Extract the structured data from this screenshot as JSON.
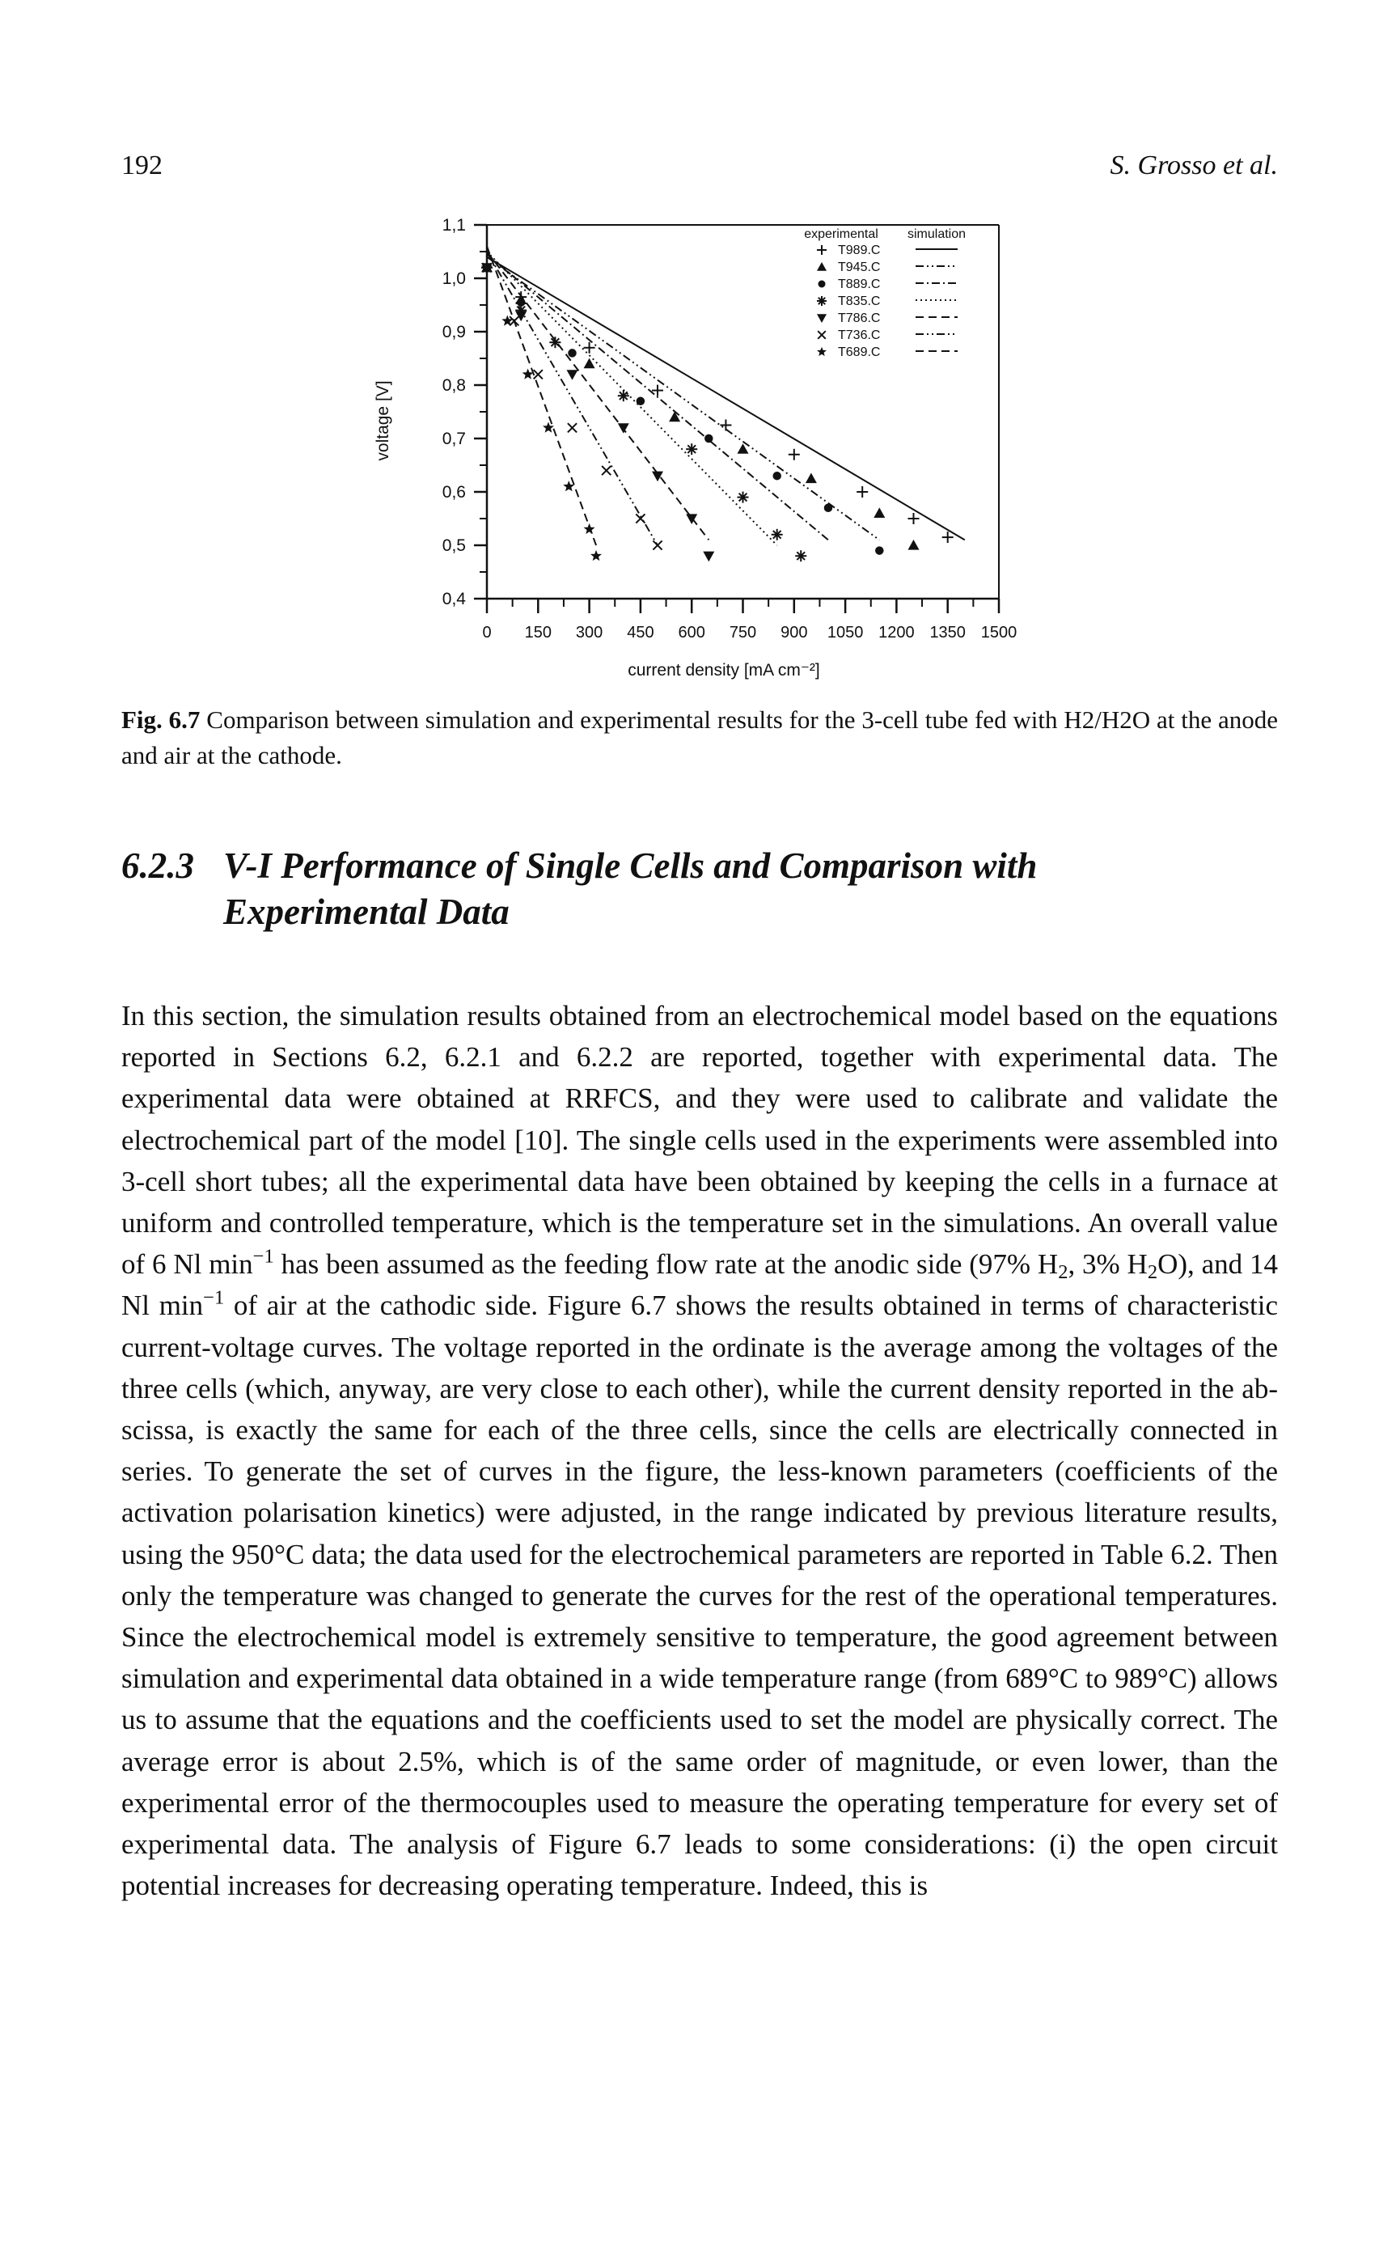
{
  "header": {
    "page_number": "192",
    "author": "S. Grosso et al."
  },
  "chart_data": {
    "type": "line+scatter",
    "xlabel": "current density [mA cm⁻²]",
    "ylabel": "voltage [V]",
    "xlim": [
      0,
      1500
    ],
    "ylim": [
      0.4,
      1.1
    ],
    "x_ticks": [
      "0",
      "150",
      "300",
      "450",
      "600",
      "750",
      "900",
      "1050",
      "1200",
      "1350",
      "1500"
    ],
    "y_ticks": [
      "0,4",
      "0,5",
      "0,6",
      "0,7",
      "0,8",
      "0,9",
      "1,0",
      "1,1"
    ],
    "legend": {
      "placement": "top-right",
      "header_experimental": "experimental",
      "header_simulation": "simulation"
    },
    "series": [
      {
        "name": "T989.C",
        "marker": "+",
        "line": "solid",
        "sim": [
          [
            0,
            1.04
          ],
          [
            1400,
            0.51
          ]
        ],
        "exp": [
          [
            0,
            1.02
          ],
          [
            100,
            0.965
          ],
          [
            300,
            0.87
          ],
          [
            500,
            0.79
          ],
          [
            700,
            0.725
          ],
          [
            900,
            0.67
          ],
          [
            1100,
            0.6
          ],
          [
            1250,
            0.55
          ],
          [
            1350,
            0.515
          ]
        ]
      },
      {
        "name": "T945.C",
        "marker": "triangle",
        "line": "dash-dot-dot",
        "sim": [
          [
            0,
            1.04
          ],
          [
            1150,
            0.51
          ]
        ],
        "exp": [
          [
            0,
            1.02
          ],
          [
            100,
            0.96
          ],
          [
            300,
            0.84
          ],
          [
            550,
            0.74
          ],
          [
            750,
            0.68
          ],
          [
            950,
            0.625
          ],
          [
            1150,
            0.56
          ],
          [
            1250,
            0.5
          ]
        ]
      },
      {
        "name": "T889.C",
        "marker": "circle",
        "line": "dash-dot",
        "sim": [
          [
            0,
            1.045
          ],
          [
            1000,
            0.51
          ]
        ],
        "exp": [
          [
            0,
            1.02
          ],
          [
            100,
            0.955
          ],
          [
            250,
            0.86
          ],
          [
            450,
            0.77
          ],
          [
            650,
            0.7
          ],
          [
            850,
            0.63
          ],
          [
            1000,
            0.57
          ],
          [
            1150,
            0.49
          ]
        ]
      },
      {
        "name": "T835.C",
        "marker": "asterisk",
        "line": "dotted",
        "sim": [
          [
            0,
            1.05
          ],
          [
            850,
            0.5
          ]
        ],
        "exp": [
          [
            0,
            1.02
          ],
          [
            100,
            0.94
          ],
          [
            200,
            0.88
          ],
          [
            400,
            0.78
          ],
          [
            600,
            0.68
          ],
          [
            750,
            0.59
          ],
          [
            850,
            0.52
          ],
          [
            920,
            0.48
          ]
        ]
      },
      {
        "name": "T786.C",
        "marker": "triangle-down",
        "line": "dashed",
        "sim": [
          [
            0,
            1.05
          ],
          [
            650,
            0.51
          ]
        ],
        "exp": [
          [
            0,
            1.02
          ],
          [
            100,
            0.93
          ],
          [
            250,
            0.82
          ],
          [
            400,
            0.72
          ],
          [
            500,
            0.63
          ],
          [
            600,
            0.55
          ],
          [
            650,
            0.48
          ]
        ]
      },
      {
        "name": "T736.C",
        "marker": "x",
        "line": "dash-dot-dot",
        "sim": [
          [
            0,
            1.05
          ],
          [
            500,
            0.5
          ]
        ],
        "exp": [
          [
            0,
            1.02
          ],
          [
            80,
            0.92
          ],
          [
            150,
            0.82
          ],
          [
            250,
            0.72
          ],
          [
            350,
            0.64
          ],
          [
            450,
            0.55
          ],
          [
            500,
            0.5
          ]
        ]
      },
      {
        "name": "T689.C",
        "marker": "star",
        "line": "dashed",
        "sim": [
          [
            0,
            1.06
          ],
          [
            320,
            0.5
          ]
        ],
        "exp": [
          [
            0,
            1.02
          ],
          [
            60,
            0.92
          ],
          [
            120,
            0.82
          ],
          [
            180,
            0.72
          ],
          [
            240,
            0.61
          ],
          [
            300,
            0.53
          ],
          [
            320,
            0.48
          ]
        ]
      }
    ]
  },
  "caption": {
    "label": "Fig. 6.7",
    "text": "Comparison between simulation and experimental results for the 3-cell tube fed with H2/H2O at the anode and air at the cathode."
  },
  "section": {
    "number": "6.2.3",
    "title_line1": "V-I Performance of Single Cells and Comparison with",
    "title_line2": "Experimental Data"
  },
  "body": {
    "t1": "In this section, the simulation results obtained from an electrochemical model based on the equations reported in Sections 6.2, 6.2.1 and 6.2.2 are reported, together with experimental data. The experimental data were obtained at RRFCS, and they were used to calibrate and validate the electrochemical part of the model [10]. The single cells used in the experiments were assembled into 3-cell short tubes; all the exper­imental data have been obtained by keeping the cells in a furnace at uniform and controlled temperature, which is the temperature set in the simulations. An overall value of 6 Nl min",
    "sup1": "−1",
    "t2": " has been assumed as the feeding flow rate at the anodic side (97% H",
    "sub1": "2",
    "t3": ", 3% H",
    "sub2": "2",
    "t4": "O), and 14 Nl min",
    "sup2": "−1",
    "t5": " of air at the cathodic side. Figure 6.7 shows the results obtained in terms of characteristic current-voltage curves. The voltage reported in the ordinate is the average among the voltages of the three cells (which, anyway, are very close to each other), while the current density reported in the ab­scissa, is exactly the same for each of the three cells, since the cells are electric­ally connected in series. To generate the set of curves in the figure, the less-known parameters (coefficients of the activation polarisation kinetics) were adjusted, in the range indicated by previous literature results, using the 950°C data; the data used for the electrochemical parameters are reported in Table 6.2. Then only the temperat­ure was changed to generate the curves for the rest of the operational temperatures. Since the electrochemical model is extremely sensitive to temperature, the good agreement between simulation and experimental data obtained in a wide temperat­ure range (from 689°C to 989°C) allows us to assume that the equations and the coefficients used to set the model are physically correct. The average error is about 2.5%, which is of the same order of magnitude, or even lower, than the experimental error of the thermocouples used to measure the operating temperature for every set of experimental data. The analysis of Figure 6.7 leads to some considerations: (i) the open circuit potential increases for decreasing operating temperature. Indeed, this is"
  }
}
